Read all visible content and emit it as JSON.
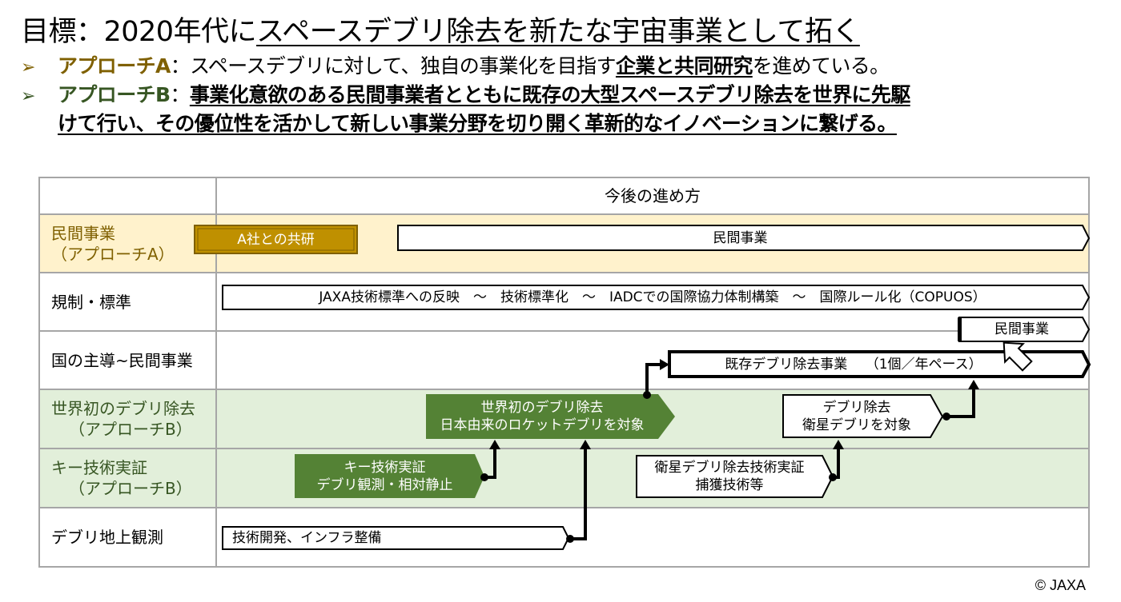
{
  "title": {
    "prefix": "目標：2020年代に",
    "underlined": "スペースデブリ除去を新たな宇宙事業として拓く"
  },
  "bullets": [
    {
      "marker": "➢",
      "label": "アプローチA",
      "sep": "：",
      "text_plain_1": "スペースデブリに対して、独自の事業化を目指す",
      "text_underlined": "企業と共同研究",
      "text_plain_2": "を進めている。"
    },
    {
      "marker": "➢",
      "label": "アプローチB",
      "sep": "：",
      "text_underlined_1": "事業化意欲のある民間事業者とともに既存の大型スペースデブリ除去を世界に先駆",
      "text_underlined_2": "けて行い、その優位性を活かして新しい事業分野を切り開く革新的なイノベーションに繋げる。"
    }
  ],
  "table": {
    "header": "今後の進め方",
    "rows": [
      {
        "label_1": "民間事業",
        "label_2": "（アプローチA）"
      },
      {
        "label_1": "規制・標準"
      },
      {
        "label_1": "国の主導~民間事業"
      },
      {
        "label_1": "世界初のデブリ除去",
        "label_2": "（アプローチB）"
      },
      {
        "label_1": "キー技術実証",
        "label_2": "（アプローチB）"
      },
      {
        "label_1": "デブリ地上観測"
      }
    ]
  },
  "boxes": {
    "joint_research": "A社との共研",
    "private_business_a": "民間事業",
    "regulation": "JAXA技術標準への反映　～　技術標準化　～　IADCでの国際協力体制構築　～　国際ルール化（COPUOS）",
    "private_business_gov": "民間事業",
    "existing_debris_business": "既存デブリ除去事業　 （1個／年ペース）",
    "world_first_1": "世界初のデブリ除去",
    "world_first_2": "日本由来のロケットデブリを対象",
    "debris_removal_1": "デブリ除去",
    "debris_removal_2": "衛星デブリを対象",
    "key_tech_1": "キー技術実証",
    "key_tech_2": "デブリ観測・相対静止",
    "sat_debris_tech_1": "衛星デブリ除去技術実証",
    "sat_debris_tech_2": "捕獲技術等",
    "ground_obs": "技術開発、インフラ整備"
  },
  "colors": {
    "approach_a": "#7F6000",
    "approach_b": "#375623",
    "row_a_bg": "#FFF2CC",
    "row_b_bg": "#E2EFDA",
    "gold_box": "#BF9000",
    "green_box": "#548235",
    "grid": "#A6A6A6"
  },
  "copyright": "© JAXA"
}
